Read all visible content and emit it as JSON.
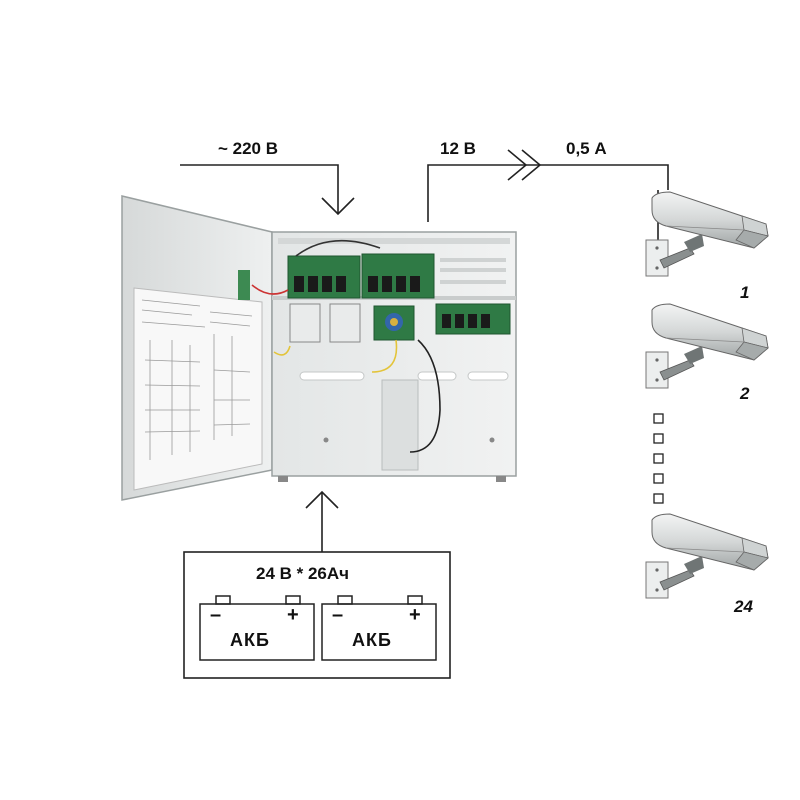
{
  "labels": {
    "ac_input": "~ 220 В",
    "dc_output": "12 В",
    "current": "0,5 А",
    "battery_spec": "24 В * 26Ач"
  },
  "batteries": [
    {
      "label": "АКБ",
      "minus": "–",
      "plus": "+"
    },
    {
      "label": "АКБ",
      "minus": "–",
      "plus": "+"
    }
  ],
  "cameras": [
    {
      "number": "1"
    },
    {
      "number": "2"
    },
    {
      "number": "24"
    }
  ],
  "colors": {
    "line": "#222222",
    "cabinet": "#e8eaea",
    "pcb": "#2f7a45",
    "camera": "#d9dcdc"
  }
}
